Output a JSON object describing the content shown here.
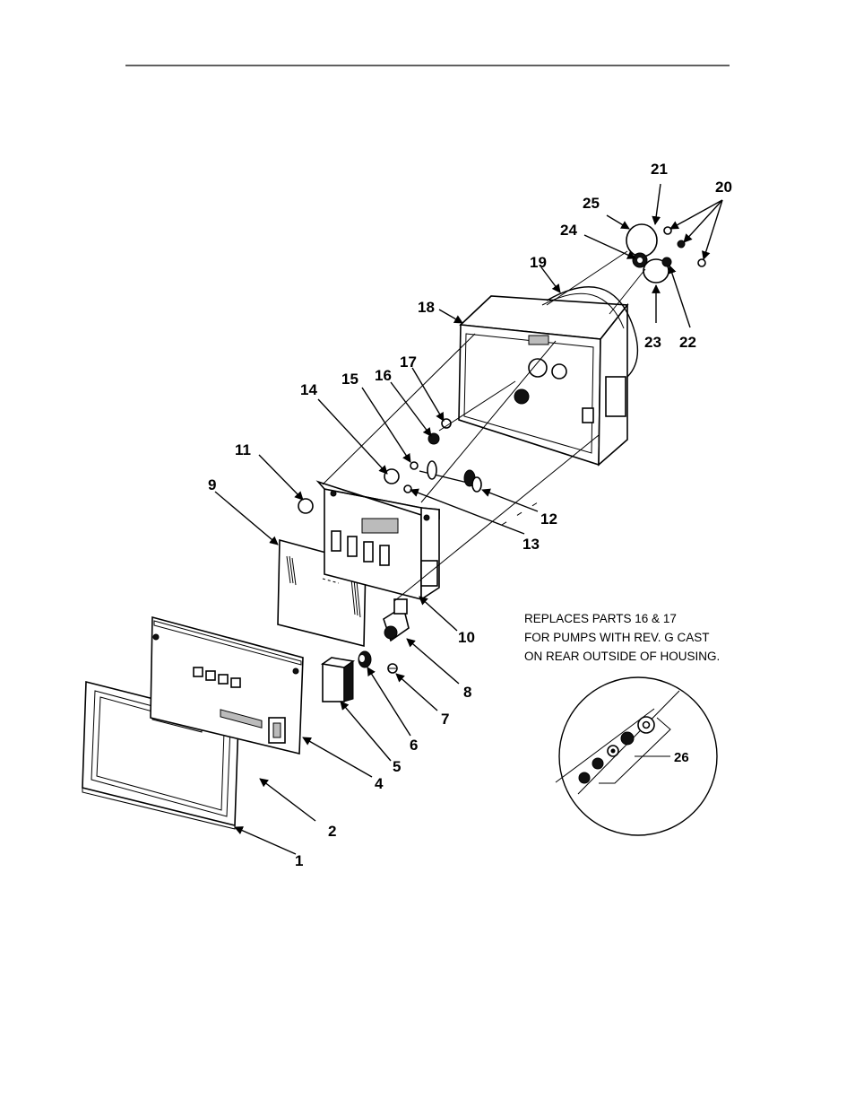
{
  "diagram": {
    "parts": [
      {
        "number": "1"
      },
      {
        "number": "2"
      },
      {
        "number": "4"
      },
      {
        "number": "5"
      },
      {
        "number": "6"
      },
      {
        "number": "7"
      },
      {
        "number": "8"
      },
      {
        "number": "9"
      },
      {
        "number": "10"
      },
      {
        "number": "11"
      },
      {
        "number": "12"
      },
      {
        "number": "13"
      },
      {
        "number": "14"
      },
      {
        "number": "15"
      },
      {
        "number": "16"
      },
      {
        "number": "17"
      },
      {
        "number": "18"
      },
      {
        "number": "19"
      },
      {
        "number": "20"
      },
      {
        "number": "21"
      },
      {
        "number": "22"
      },
      {
        "number": "23"
      },
      {
        "number": "24"
      },
      {
        "number": "25"
      },
      {
        "number": "26"
      }
    ],
    "note": {
      "lines": [
        "REPLACES PARTS 16 & 17",
        "FOR PUMPS WITH REV. G CAST",
        "ON REAR OUTSIDE OF HOUSING."
      ]
    }
  }
}
